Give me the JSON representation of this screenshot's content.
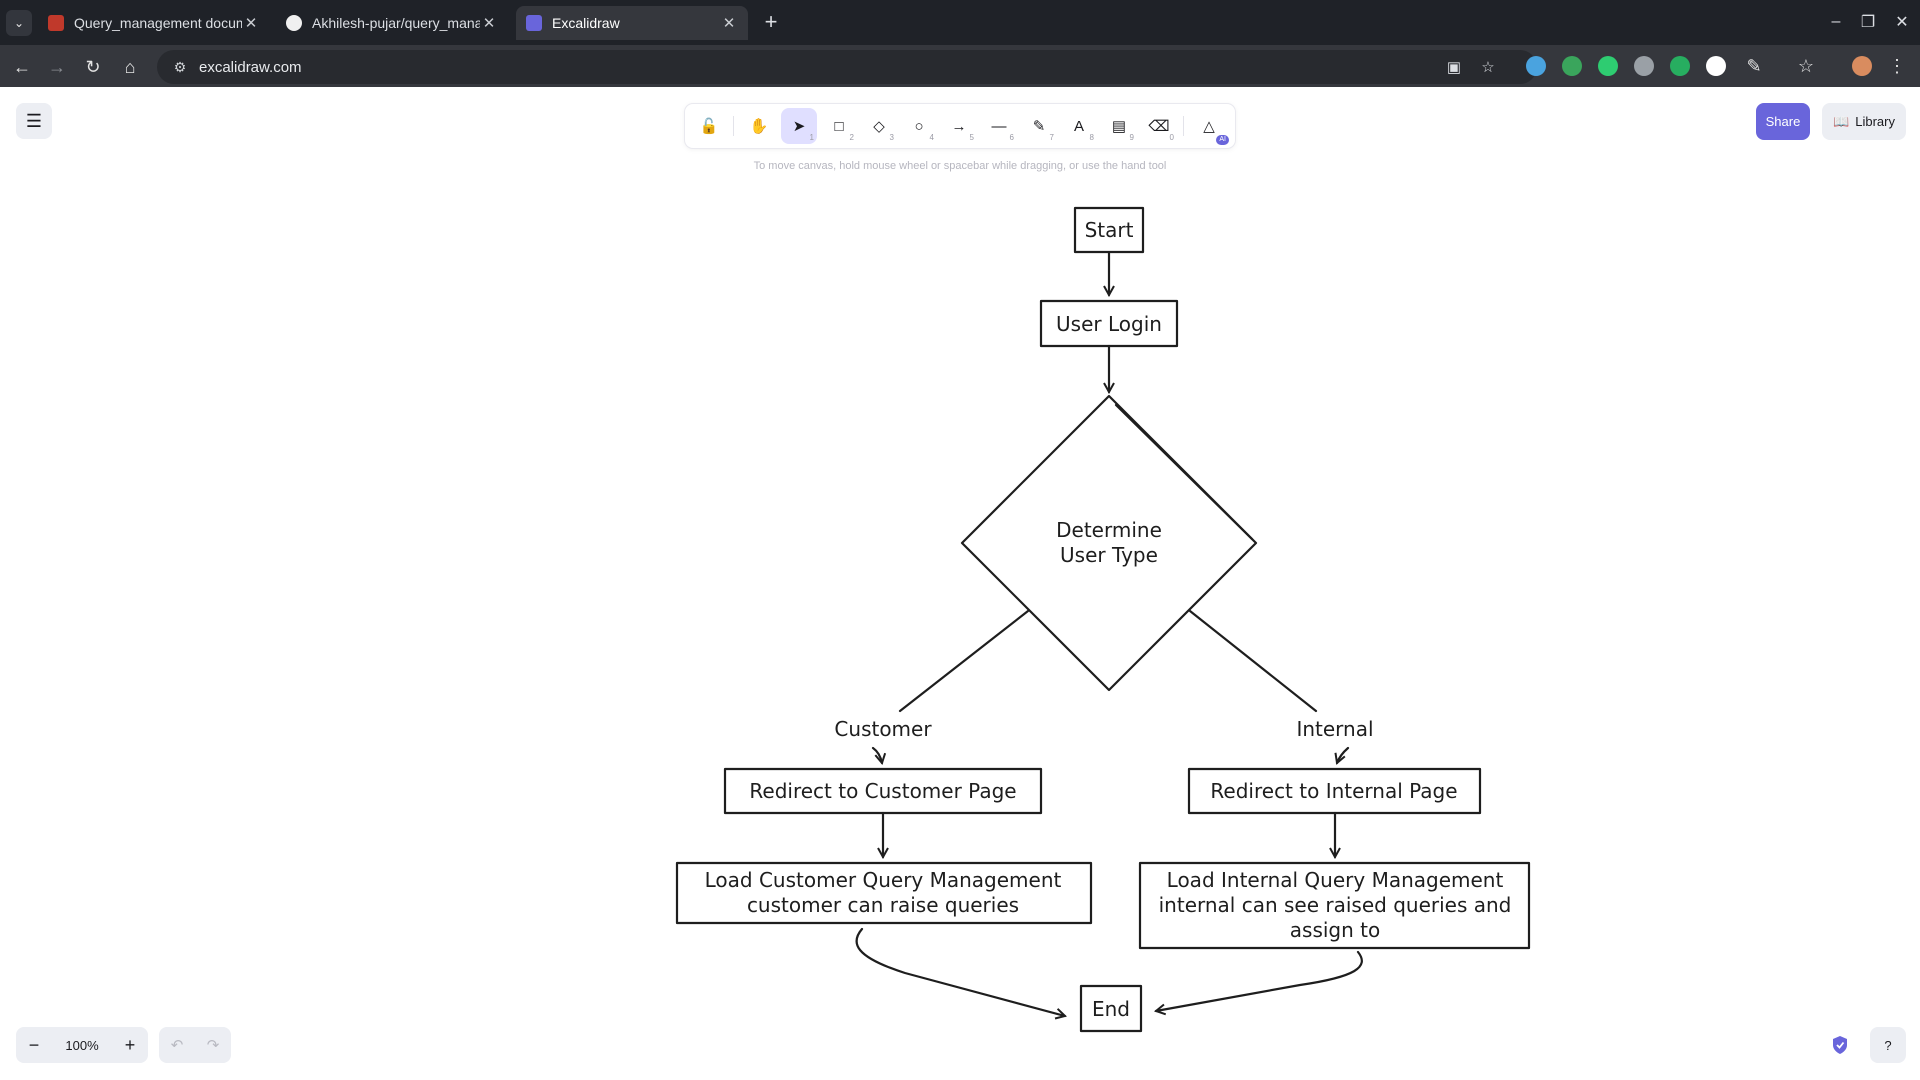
{
  "browser": {
    "tabs": [
      {
        "title": "Query_management docume",
        "icon": "docs-icon",
        "active": false
      },
      {
        "title": "Akhilesh-pujar/query_manag",
        "icon": "github-icon",
        "active": false
      },
      {
        "title": "Excalidraw",
        "icon": "excalidraw-icon",
        "active": true
      }
    ],
    "url": "excalidraw.com"
  },
  "app": {
    "share_label": "Share",
    "library_label": "Library",
    "hint": "To move canvas, hold mouse wheel or spacebar while dragging, or use the hand tool",
    "zoom": "100%",
    "toolbar": {
      "keys": [
        "1",
        "2",
        "3",
        "4",
        "5",
        "6",
        "7",
        "8",
        "9",
        "0"
      ],
      "ai_badge": "AI"
    }
  },
  "flowchart": {
    "start": "Start",
    "login": "User Login",
    "decision": [
      "Determine",
      "User Type"
    ],
    "branch_customer": "Customer",
    "branch_internal": "Internal",
    "redirect_customer": "Redirect to Customer Page",
    "redirect_internal": "Redirect to Internal Page",
    "load_customer": [
      "Load Customer Query Management",
      "customer can raise queries"
    ],
    "load_internal": [
      "Load Internal Query Management",
      "internal can see raised queries and",
      "assign to"
    ],
    "end": "End"
  }
}
